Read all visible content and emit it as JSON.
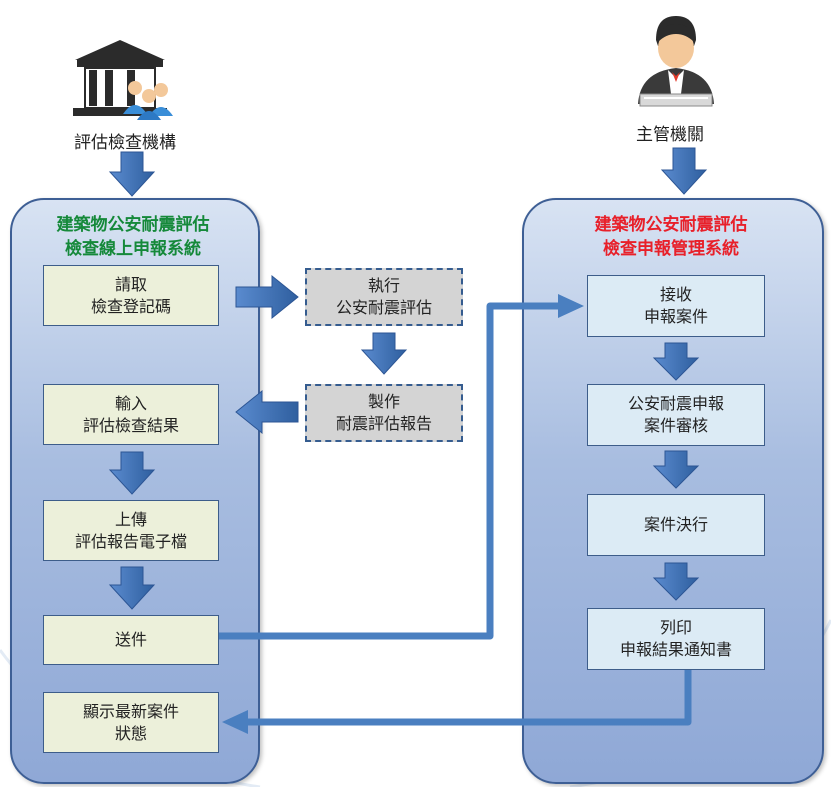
{
  "actors": {
    "left": {
      "label": "評估檢查機構",
      "icon": "institution-icon"
    },
    "right": {
      "label": "主管機關",
      "icon": "official-person-icon"
    }
  },
  "left_panel": {
    "title_line1": "建築物公安耐震評估",
    "title_line2": "檢查線上申報系統",
    "title_color": "#15893a",
    "steps": [
      {
        "line1": "請取",
        "line2": "檢查登記碼"
      },
      {
        "line1": "輸入",
        "line2": "評估檢查結果"
      },
      {
        "line1": "上傳",
        "line2": "評估報告電子檔"
      },
      {
        "line1": "送件",
        "line2": ""
      },
      {
        "line1": "顯示最新案件",
        "line2": "狀態"
      }
    ]
  },
  "middle": {
    "steps": [
      {
        "line1": "執行",
        "line2": "公安耐震評估"
      },
      {
        "line1": "製作",
        "line2": "耐震評估報告"
      }
    ]
  },
  "right_panel": {
    "title_line1": "建築物公安耐震評估",
    "title_line2": "檢查申報管理系統",
    "title_color": "#e8202a",
    "steps": [
      {
        "line1": "接收",
        "line2": "申報案件"
      },
      {
        "line1": "公安耐震申報",
        "line2": "案件審核"
      },
      {
        "line1": "案件決行",
        "line2": ""
      },
      {
        "line1": "列印",
        "line2": "申報結果通知書"
      }
    ]
  },
  "colors": {
    "arrow": "#3f6fb5",
    "connector": "#4a7fc0",
    "panel_border": "#3e5f95"
  }
}
